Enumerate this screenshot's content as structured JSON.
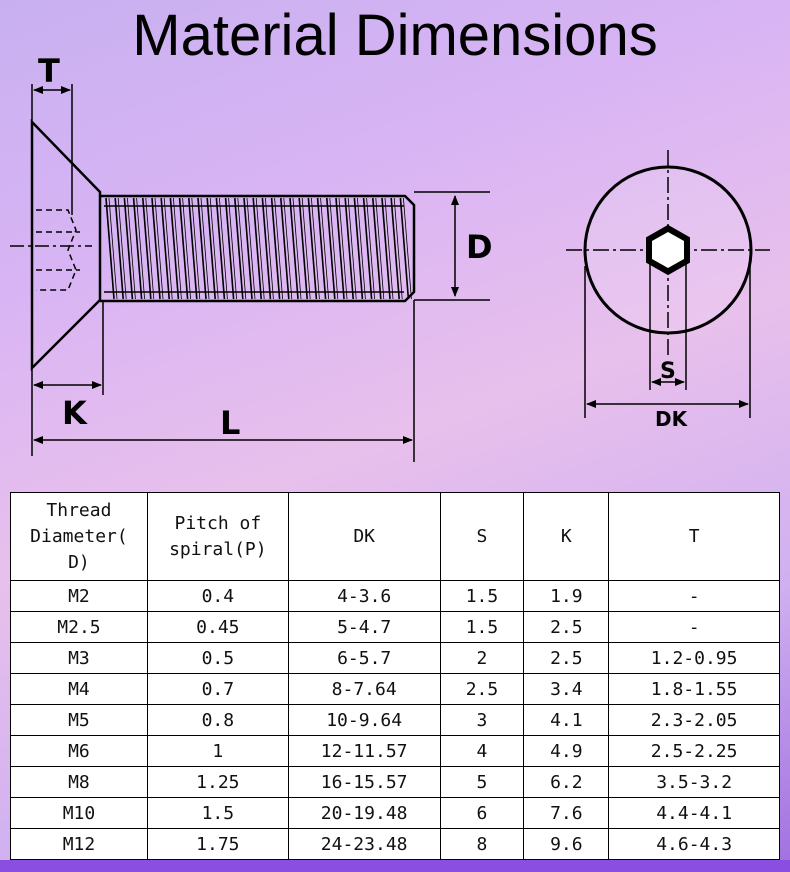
{
  "title": "Material Dimensions",
  "labels": {
    "T": "T",
    "D": "D",
    "K": "K",
    "L": "L",
    "S": "S",
    "DK": "DK"
  },
  "table": {
    "headers": [
      "Thread\nDiameter(\nD)",
      "Pitch of\nspiral(P)",
      "DK",
      "S",
      "K",
      "T"
    ],
    "rows": [
      [
        "M2",
        "0.4",
        "4-3.6",
        "1.5",
        "1.9",
        "-"
      ],
      [
        "M2.5",
        "0.45",
        "5-4.7",
        "1.5",
        "2.5",
        "-"
      ],
      [
        "M3",
        "0.5",
        "6-5.7",
        "2",
        "2.5",
        "1.2-0.95"
      ],
      [
        "M4",
        "0.7",
        "8-7.64",
        "2.5",
        "3.4",
        "1.8-1.55"
      ],
      [
        "M5",
        "0.8",
        "10-9.64",
        "3",
        "4.1",
        "2.3-2.05"
      ],
      [
        "M6",
        "1",
        "12-11.57",
        "4",
        "4.9",
        "2.5-2.25"
      ],
      [
        "M8",
        "1.25",
        "16-15.57",
        "5",
        "6.2",
        "3.5-3.2"
      ],
      [
        "M10",
        "1.5",
        "20-19.48",
        "6",
        "7.6",
        "4.4-4.1"
      ],
      [
        "M12",
        "1.75",
        "24-23.48",
        "8",
        "9.6",
        "4.6-4.3"
      ]
    ]
  },
  "colors": {
    "background_top": "#d8b4f4",
    "background_bottom": "#8a4fe0",
    "line": "#000000"
  }
}
